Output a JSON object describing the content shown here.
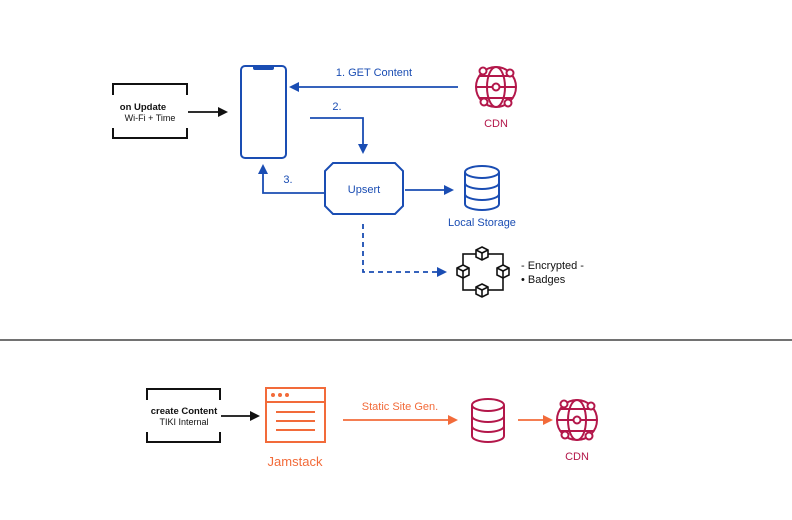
{
  "colors": {
    "blue": "#1a4db3",
    "crimson": "#b3174a",
    "orange": "#f26b3a",
    "dark": "#111111",
    "divider": "#444444"
  },
  "top": {
    "trigger": {
      "title": "on Update",
      "subtitle": "Wi-Fi + Time"
    },
    "arrows": {
      "get_content": "1. GET Content",
      "step2": "2.",
      "step3": "3."
    },
    "cdn": {
      "label": "CDN",
      "icon": "globe-network-icon"
    },
    "upsert": {
      "label": "Upsert"
    },
    "local_storage": {
      "label": "Local Storage",
      "icon": "database-icon"
    },
    "encrypted": {
      "line1": "- Encrypted -",
      "line2": "• Badges",
      "icon": "block-network-icon"
    }
  },
  "bottom": {
    "trigger": {
      "title": "create Content",
      "subtitle": "TIKI Internal"
    },
    "jamstack": {
      "label": "Jamstack",
      "icon": "browser-window-icon"
    },
    "ssg": {
      "label": "Static Site Gen."
    },
    "database": {
      "icon": "database-icon"
    },
    "cdn": {
      "label": "CDN",
      "icon": "globe-network-icon"
    }
  }
}
